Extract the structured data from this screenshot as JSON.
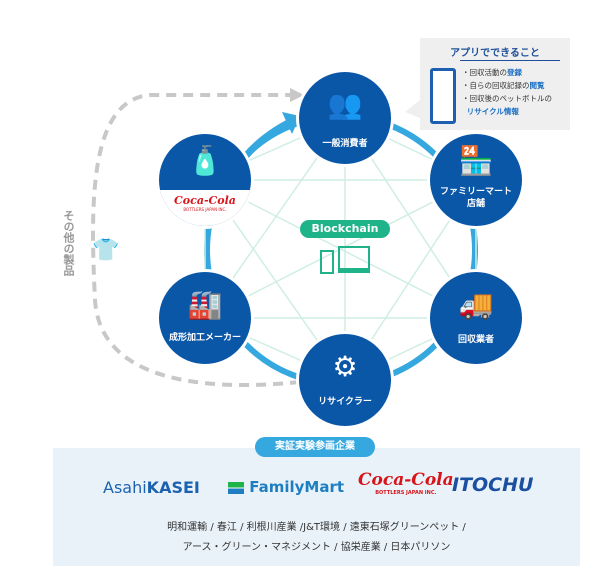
{
  "callout": {
    "title": "アプリでできること",
    "items": [
      {
        "text": "回収活動の",
        "highlight": "登録"
      },
      {
        "text": "自らの回収記録の",
        "highlight": "閲覧"
      },
      {
        "text": "回収後のペットボトルの",
        "highlight": "リサイクル情報"
      }
    ]
  },
  "center": {
    "label": "Blockchain"
  },
  "nodes": {
    "consumer": "一般消費者",
    "cocacola_logo": "Coca-Cola",
    "cocacola_sub": "BOTTLERS JAPAN INC.",
    "familymart": "ファミリーマート",
    "familymart2": "店舗",
    "collector": "回収業者",
    "recycler": "リサイクラー",
    "molder": "成形加工メーカー"
  },
  "other_products": "その他の製品",
  "partners": {
    "badge": "実証実験参画企業",
    "logos": {
      "asahi1": "Asahi",
      "asahi2": "KASEI",
      "familymart": "FamilyMart",
      "cocacola": "Coca-Cola",
      "cocacola_sub": "BOTTLERS JAPAN INC.",
      "itochu": "ITOCHU"
    },
    "line1": "明和運輸 / 春江 / 利根川産業 /J&T環境 / 遠東石塚グリーンペット /",
    "line2": "アース・グリーン・マネジメント / 協栄産業 / 日本パリソン"
  },
  "colors": {
    "node": "#0a57a8",
    "ring": "#36a8e0",
    "chain": "#1fb38a"
  }
}
